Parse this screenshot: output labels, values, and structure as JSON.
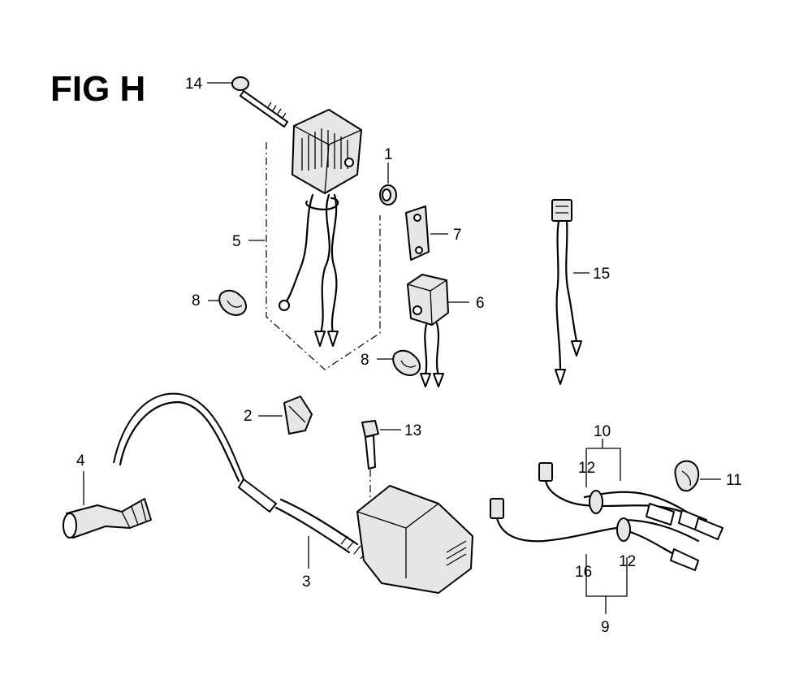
{
  "figure": {
    "title": "FIG H"
  },
  "callouts": {
    "c1": "1",
    "c2": "2",
    "c3": "3",
    "c4": "4",
    "c5": "5",
    "c6": "6",
    "c7": "7",
    "c8a": "8",
    "c8b": "8",
    "c9": "9",
    "c10": "10",
    "c11": "11",
    "c12a": "12",
    "c12b": "12",
    "c13": "13",
    "c14": "14",
    "c15": "15",
    "c16": "16"
  }
}
